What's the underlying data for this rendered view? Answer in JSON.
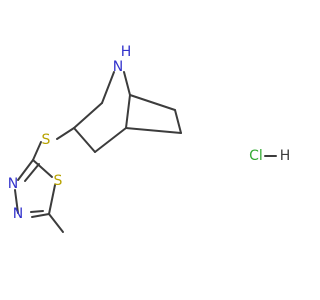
{
  "molecule": {
    "atoms": {
      "N_bridge": "N",
      "H_bridge": "H",
      "S_link": "S",
      "S_ring": "S",
      "N_ring_1": "N",
      "N_ring_2": "N",
      "salt": "HCl"
    },
    "salt_parts": {
      "cl": "Cl",
      "h": "H"
    },
    "colors": {
      "bond": "#3c3c3c",
      "nitrogen": "#3333cc",
      "sulfur": "#b8a300",
      "chlorine": "#33aa33",
      "hydrogen": "#3c3c3c"
    }
  }
}
